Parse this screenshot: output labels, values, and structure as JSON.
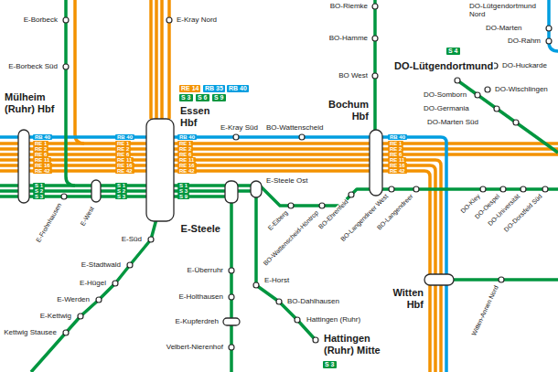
{
  "diagram": {
    "labels": [
      "E-Borbeck",
      "E-Borbeck Süd",
      "Mülheim (Ruhr) Hbf",
      "E-Kray Nord",
      "RE 14",
      "RB 35",
      "RB 40",
      "S 3",
      "S 6",
      "S 9",
      "Essen Hbf",
      "E-Kray Süd",
      "BO-Wattenscheid",
      "BO-Riemke",
      "BO-Hamme",
      "BO West",
      "Bochum Hbf",
      "DO-Lütgendortmund Nord",
      "DO-Marten",
      "DO-Rahm",
      "S 4",
      "DO-Lütgendortmund",
      "DO-Huckarde",
      "DO-Wischlingen",
      "DO-Somborn",
      "DO-Germania",
      "DO-Marten Süd",
      "E-Steele Ost",
      "E-Steele",
      "E-Überruhr",
      "E-Holthausen",
      "E-Kupferdreh",
      "Velbert-Nierenhof",
      "E-Horst",
      "BO-Dahlhausen",
      "Hattingen (Ruhr)",
      "Hattingen (Ruhr) Mitte",
      "S 3",
      "E-Süd",
      "E-Stadtwald",
      "E-Hügel",
      "E-Werden",
      "E-Kettwig",
      "Kettwig Stausee",
      "E-Frohnhausen",
      "E-West",
      "E-Eiberg",
      "BO-Wattenscheid-Höntrop",
      "BO-Ehrenfeld",
      "BO-Langendreer West",
      "BO-Langendreer",
      "DO-Kley",
      "DO-Oespel",
      "DO-Universität",
      "DO-Dorstfeld Süd",
      "Witten Hbf",
      "Witten-Annen Nord",
      "RB 40",
      "RE 1",
      "RE 2",
      "RE 6",
      "RE 11",
      "RE 16",
      "RE 42",
      "S 1",
      "S 2",
      "S 3",
      "RB 40",
      "RE 1",
      "RE 2",
      "RE 6",
      "RE 11",
      "RE 16",
      "RE 42",
      "S 1",
      "S 2",
      "S 3",
      "RB 40",
      "RE 1",
      "RE 2",
      "RE 6",
      "RE 11",
      "RE 16",
      "RE 42",
      "S 1",
      "S 3",
      "S 9",
      "RB 40",
      "RE 1",
      "RE 2",
      "RE 6",
      "RE 11",
      "RE 16",
      "RE 42"
    ]
  }
}
